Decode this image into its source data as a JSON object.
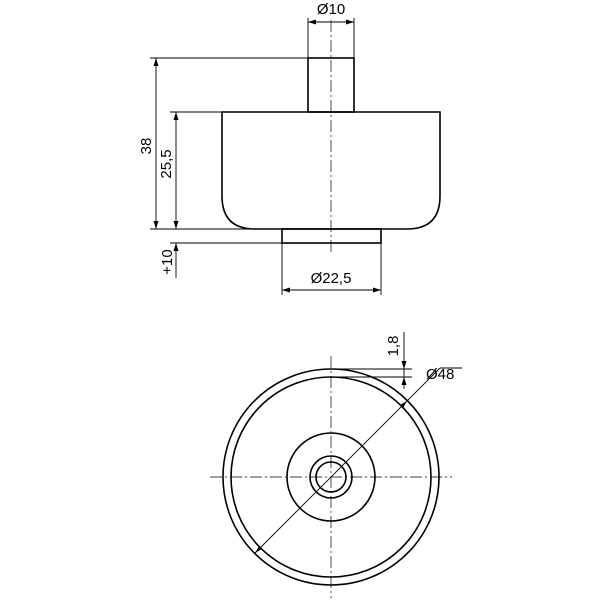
{
  "dimensions": {
    "pin_diameter": "Ø10",
    "total_height": "38",
    "body_height": "25,5",
    "tolerance": "+10",
    "base_diameter": "Ø22,5",
    "wall_thickness": "1,8",
    "outer_diameter": "Ø48"
  },
  "colors": {
    "line": "#000000",
    "background": "#ffffff"
  }
}
